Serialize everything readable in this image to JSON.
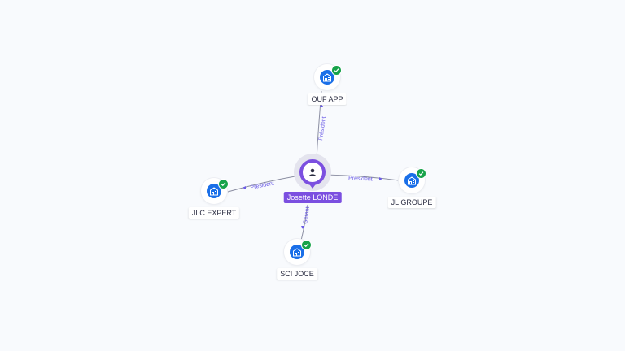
{
  "diagram": {
    "center": {
      "name": "Josette LONDE",
      "icon": "person-icon",
      "color": "#7b4fe0"
    },
    "companies": [
      {
        "id": "ouf-app",
        "name": "OUF APP",
        "role": "Président",
        "icon": "building-icon",
        "status_icon": "verified-check-icon"
      },
      {
        "id": "jl-groupe",
        "name": "JL GROUPE",
        "role": "Président",
        "icon": "building-icon",
        "status_icon": "verified-check-icon"
      },
      {
        "id": "jlc-expert",
        "name": "JLC EXPERT",
        "role": "Président",
        "icon": "building-icon",
        "status_icon": "verified-check-icon"
      },
      {
        "id": "sci-joce",
        "name": "SCI JOCE",
        "role": "Gérant",
        "icon": "building-icon",
        "status_icon": "verified-check-icon"
      }
    ],
    "colors": {
      "company_icon": "#1a6fe8",
      "verified_badge": "#17a34a",
      "edge_label": "#6c5ce7"
    }
  }
}
